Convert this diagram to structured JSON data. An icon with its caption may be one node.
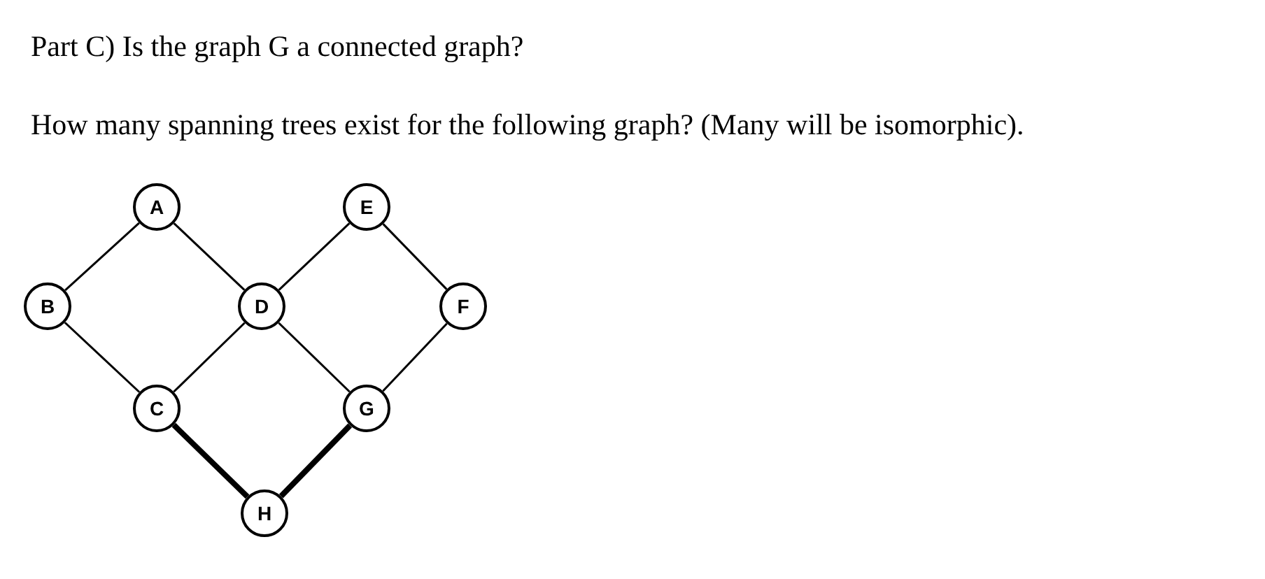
{
  "diagram": {
    "nodes": [
      {
        "text": [
          "A"
        ]
      },
      {
        "text": [
          "E"
        ]
      },
      {
        "text": [
          "B"
        ]
      },
      {
        "text": [
          "D"
        ]
      },
      {
        "text": [
          "F"
        ]
      },
      {
        "text": [
          "C"
        ]
      },
      {
        "text": [
          "G"
        ]
      },
      {
        "text": [
          "H"
        ]
      }
    ],
    "edges": [
      {
        "from": 2,
        "to": 0,
        "arrow": "none"
      },
      {
        "from": 0,
        "to": 3,
        "arrow": "none"
      },
      {
        "from": 3,
        "to": 1,
        "arrow": "none"
      },
      {
        "from": 1,
        "to": 4,
        "arrow": "none"
      },
      {
        "from": 2,
        "to": 5,
        "arrow": "none"
      },
      {
        "from": 5,
        "to": 3,
        "arrow": "none"
      },
      {
        "from": 3,
        "to": 6,
        "arrow": "none"
      },
      {
        "from": 4,
        "to": 6,
        "arrow": "none"
      },
      {
        "from": 5,
        "to": 7,
        "arrow": "none",
        "style": "thick"
      },
      {
        "from": 6,
        "to": 7,
        "arrow": "none",
        "style": "thick"
      }
    ],
    "labels": [
      "Part C) Is the graph G a connected graph?",
      "How many spanning trees exist for the following graph? (Many will be isomorphic)."
    ]
  }
}
